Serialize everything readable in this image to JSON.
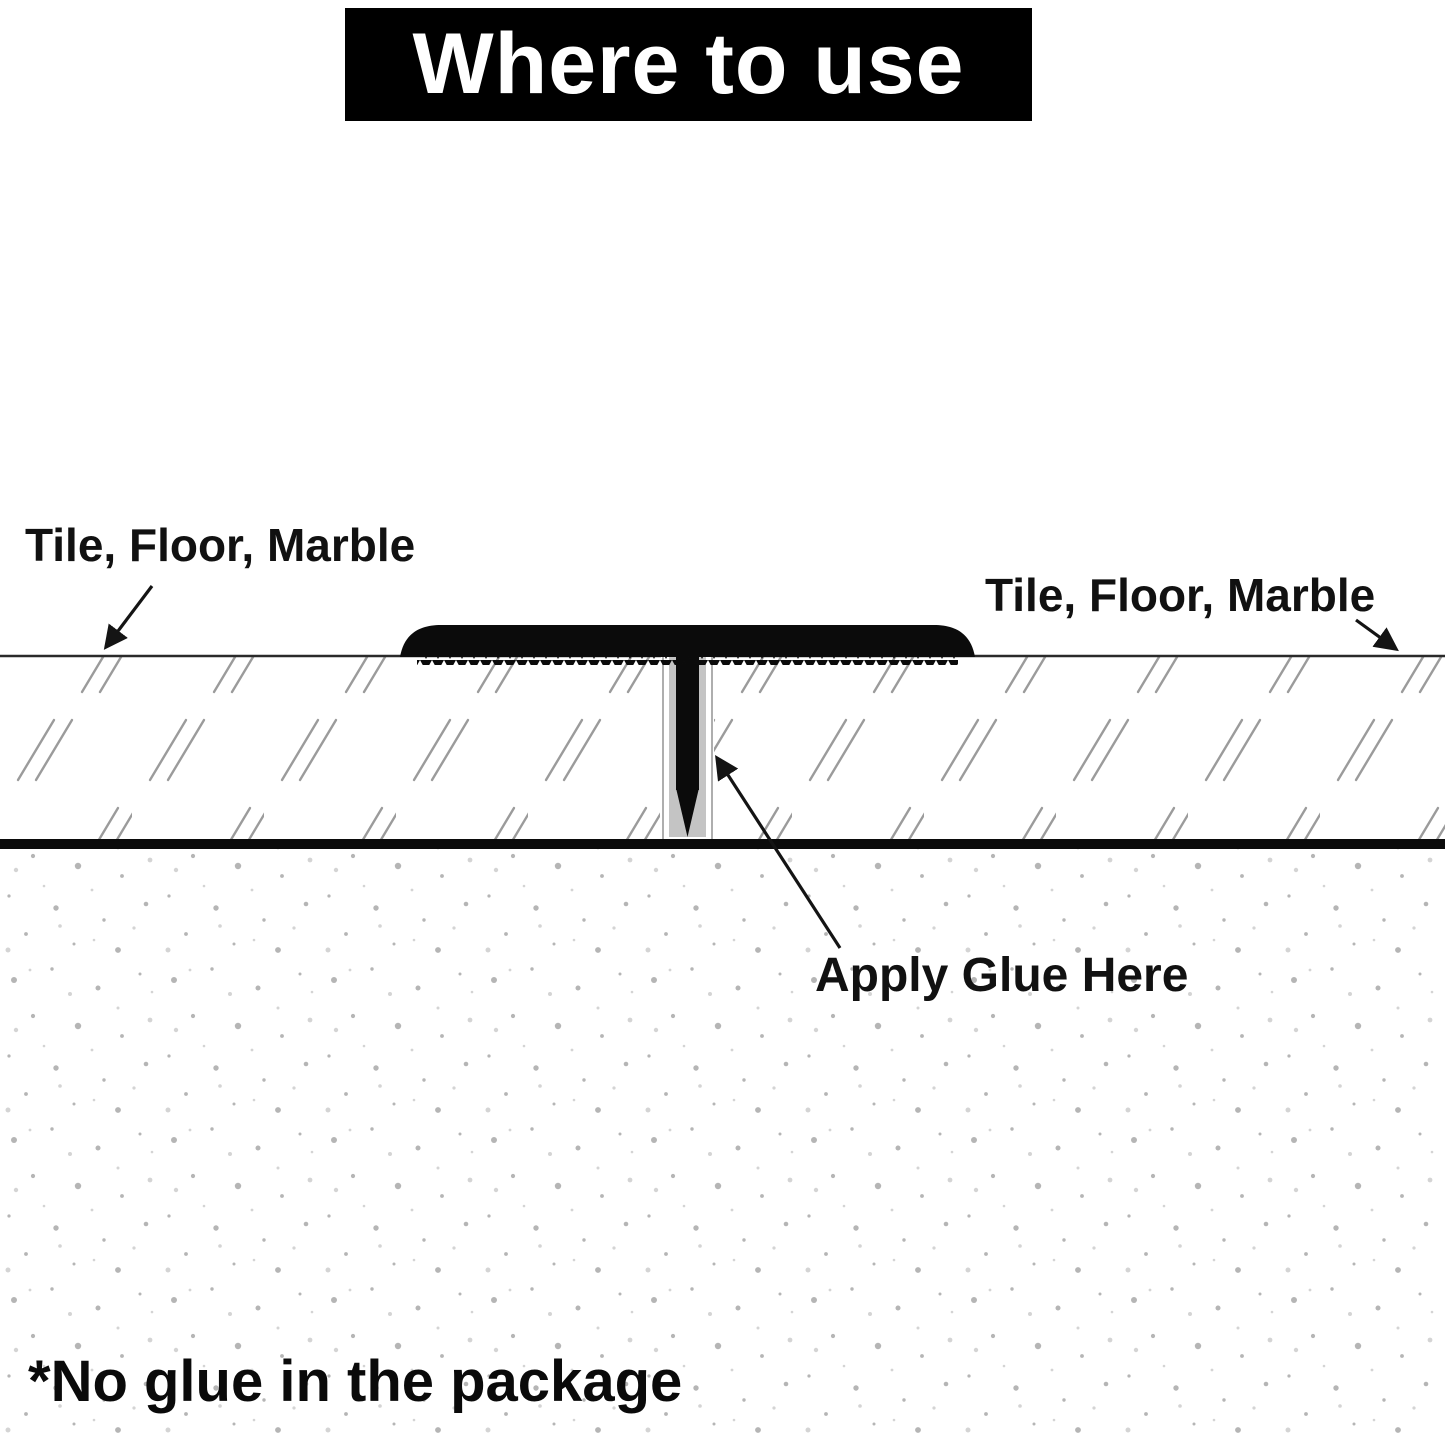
{
  "title": "Where to use",
  "diagram": {
    "label_tile_left": "Tile, Floor, Marble",
    "label_tile_right": "Tile, Floor, Marble",
    "label_apply_glue": "Apply Glue Here"
  },
  "footnote": "*No glue in the package",
  "colors": {
    "banner_bg": "#000000",
    "banner_text": "#ffffff",
    "molding": "#0b0b0b",
    "tile_hatch": "#9b9b9b",
    "tile_fill": "#ffffff",
    "outline": "#141414",
    "gap_shadow": "#c4c4c4",
    "speckle_dark": "#b5b5b5",
    "speckle_light": "#d4d4d4",
    "background": "#ffffff"
  }
}
